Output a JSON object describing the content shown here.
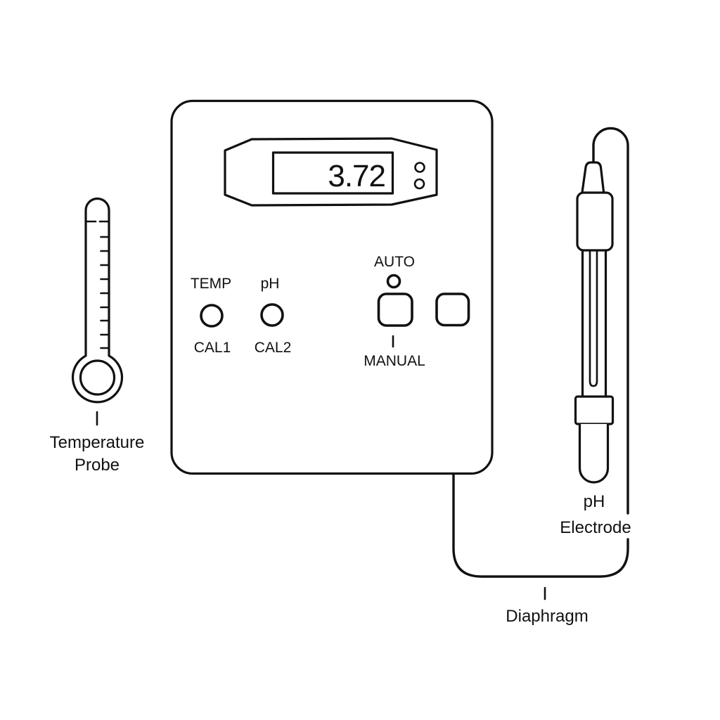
{
  "meter": {
    "display_value": "3.72",
    "temp_label": "TEMP",
    "ph_label": "pH",
    "cal1_label": "CAL1",
    "cal2_label": "CAL2",
    "auto_label": "AUTO",
    "manual_label": "MANUAL"
  },
  "annotations": {
    "temperature_probe_line1": "Temperature",
    "temperature_probe_line2": "Probe",
    "ph_electrode_line1": "pH",
    "ph_electrode_line2": "Electrode",
    "diaphragm": "Diaphragm"
  },
  "colors": {
    "line": "#111111",
    "background": "#ffffff"
  }
}
